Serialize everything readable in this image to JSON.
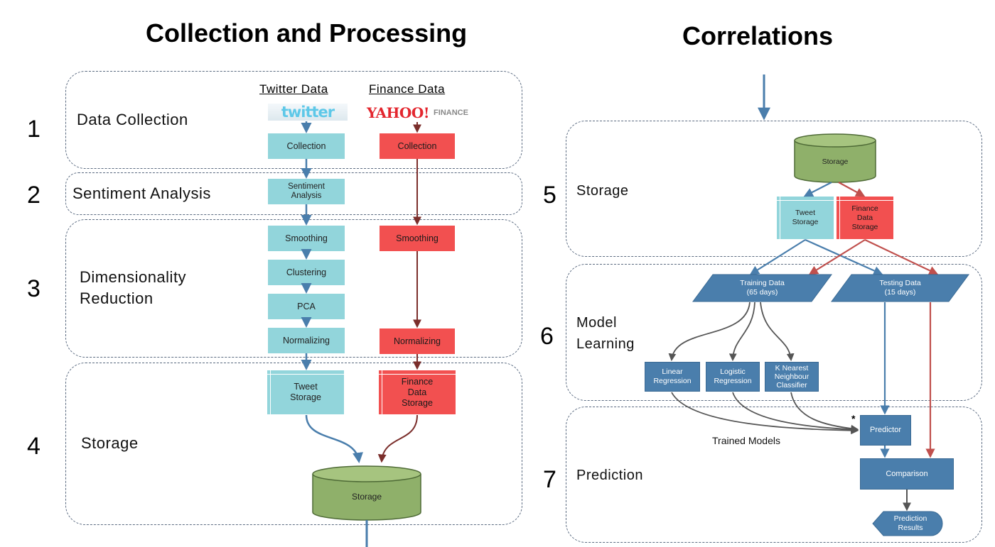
{
  "titles": {
    "left": "Collection and Processing",
    "right": "Correlations"
  },
  "stages": [
    {
      "num": "1",
      "label": "Data Collection"
    },
    {
      "num": "2",
      "label": "Sentiment Analysis"
    },
    {
      "num": "3",
      "label_line1": "Dimensionality",
      "label_line2": "Reduction"
    },
    {
      "num": "4",
      "label": "Storage"
    },
    {
      "num": "5",
      "label": "Storage"
    },
    {
      "num": "6",
      "label_line1": "Model",
      "label_line2": "Learning"
    },
    {
      "num": "7",
      "label": "Prediction"
    }
  ],
  "columns": {
    "twitter": "Twitter Data",
    "finance": "Finance Data"
  },
  "logos": {
    "twitter": "twitter",
    "yahoo": "YAHOO!",
    "finance": "FINANCE"
  },
  "twitter_boxes": {
    "collection": "Collection",
    "sentiment_l1": "Sentiment",
    "sentiment_l2": "Analysis",
    "smoothing": "Smoothing",
    "clustering": "Clustering",
    "pca": "PCA",
    "normalizing": "Normalizing",
    "storage_l1": "Tweet",
    "storage_l2": "Storage"
  },
  "finance_boxes": {
    "collection": "Collection",
    "smoothing": "Smoothing",
    "normalizing": "Normalizing",
    "storage_l1": "Finance",
    "storage_l2": "Data",
    "storage_l3": "Storage"
  },
  "left_db": "Storage",
  "right": {
    "db": "Storage",
    "tweet_l1": "Tweet",
    "tweet_l2": "Storage",
    "fin_l1": "Finance",
    "fin_l2": "Data",
    "fin_l3": "Storage",
    "train_l1": "Training Data",
    "train_l2": "(65 days)",
    "test_l1": "Testing Data",
    "test_l2": "(15 days)",
    "linear_l1": "Linear",
    "linear_l2": "Regression",
    "logistic_l1": "Logistic",
    "logistic_l2": "Regression",
    "knn_l1": "K Nearest",
    "knn_l2": "Neighbour",
    "knn_l3": "Classifier",
    "predictor": "Predictor",
    "asterisk": "*",
    "trained_models": "Trained Models",
    "comparison": "Comparison",
    "results_l1": "Prediction",
    "results_l2": "Results"
  },
  "colors": {
    "twitter": "#92d5db",
    "finance": "#f25050",
    "db": "#8fb06a",
    "model": "#4a7eac",
    "blue_arrow": "#4a7eac",
    "red_arrow": "#c0504d",
    "dark_arrow": "#555555"
  }
}
